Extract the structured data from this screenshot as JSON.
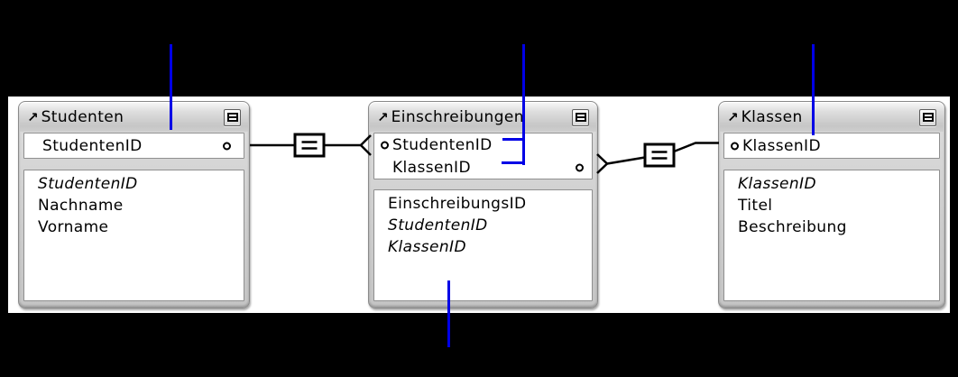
{
  "colors": {
    "canvas_bg": "#000000",
    "surface_bg": "#ffffff",
    "callout_blue": "#0000e6",
    "connector_line": "#000000",
    "table_header_gray": "#cccccc"
  },
  "icons": {
    "goto_table_arrow": "↗",
    "field_display_toggle": "list-toggle-icon",
    "match_field_marker": "small-circle-icon"
  },
  "tables": [
    {
      "title": "Studenten",
      "match_fields": [
        {
          "label": "StudentenID",
          "marker": "circle-right"
        }
      ],
      "fields": [
        {
          "label": "StudentenID",
          "italic": true
        },
        {
          "label": "Nachname",
          "italic": false
        },
        {
          "label": "Vorname",
          "italic": false
        }
      ]
    },
    {
      "title": "Einschreibungen",
      "match_fields": [
        {
          "label": "StudentenID",
          "marker": "circle-left"
        },
        {
          "label": "KlassenID",
          "marker": "circle-right"
        }
      ],
      "fields": [
        {
          "label": "EinschreibungsID",
          "italic": false
        },
        {
          "label": "StudentenID",
          "italic": true
        },
        {
          "label": "KlassenID",
          "italic": true
        }
      ]
    },
    {
      "title": "Klassen",
      "match_fields": [
        {
          "label": "KlassenID",
          "marker": "circle-left"
        }
      ],
      "fields": [
        {
          "label": "KlassenID",
          "italic": true
        },
        {
          "label": "Titel",
          "italic": false
        },
        {
          "label": "Beschreibung",
          "italic": false
        }
      ]
    }
  ],
  "connectors": [
    {
      "operator": "=",
      "from_table": "Studenten",
      "from_field": "StudentenID",
      "to_table": "Einschreibungen",
      "to_field": "StudentenID",
      "crow_foot_at": "Einschreibungen"
    },
    {
      "operator": "=",
      "from_table": "Einschreibungen",
      "from_field": "KlassenID",
      "to_table": "Klassen",
      "to_field": "KlassenID",
      "crow_foot_at": "Einschreibungen"
    }
  ]
}
